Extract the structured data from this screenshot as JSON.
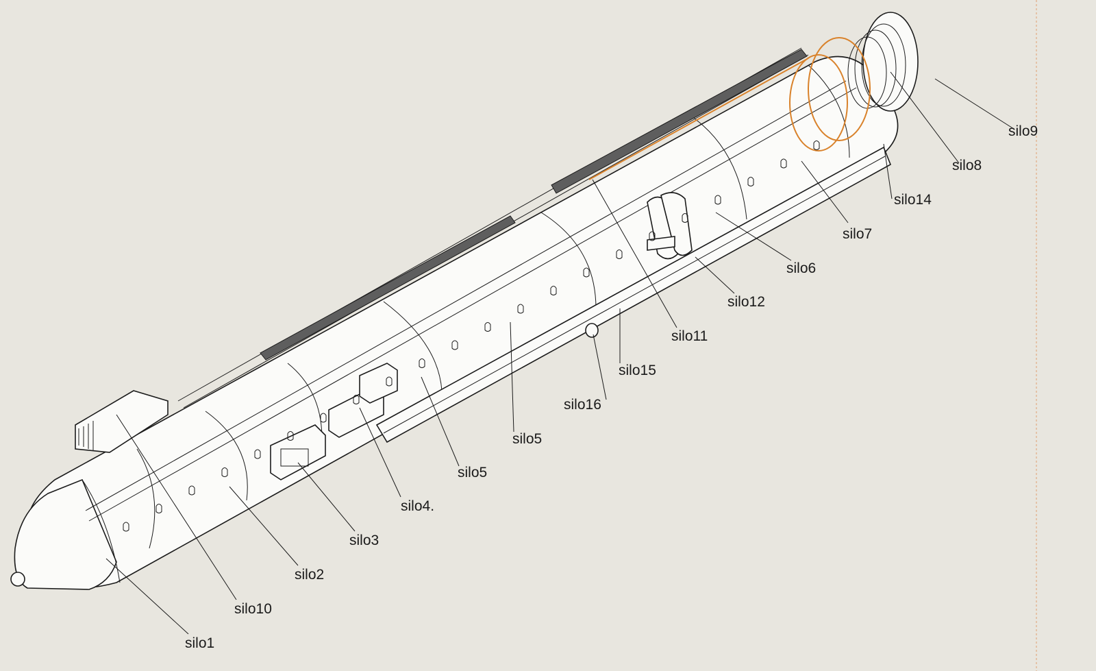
{
  "drawing": {
    "background": "#e8e6df",
    "highlight_color": "#d9822b",
    "callouts": [
      {
        "id": "silo9",
        "text": "silo9"
      },
      {
        "id": "silo8",
        "text": "silo8"
      },
      {
        "id": "silo14",
        "text": "silo14"
      },
      {
        "id": "silo7",
        "text": "silo7"
      },
      {
        "id": "silo6",
        "text": "silo6"
      },
      {
        "id": "silo12",
        "text": "silo12"
      },
      {
        "id": "silo11",
        "text": "silo11"
      },
      {
        "id": "silo15",
        "text": "silo15"
      },
      {
        "id": "silo16",
        "text": "silo16"
      },
      {
        "id": "silo5b",
        "text": "silo5"
      },
      {
        "id": "silo5a",
        "text": "silo5"
      },
      {
        "id": "silo4",
        "text": "silo4."
      },
      {
        "id": "silo3",
        "text": "silo3"
      },
      {
        "id": "silo2",
        "text": "silo2"
      },
      {
        "id": "silo10",
        "text": "silo10"
      },
      {
        "id": "silo1",
        "text": "silo1"
      }
    ]
  }
}
